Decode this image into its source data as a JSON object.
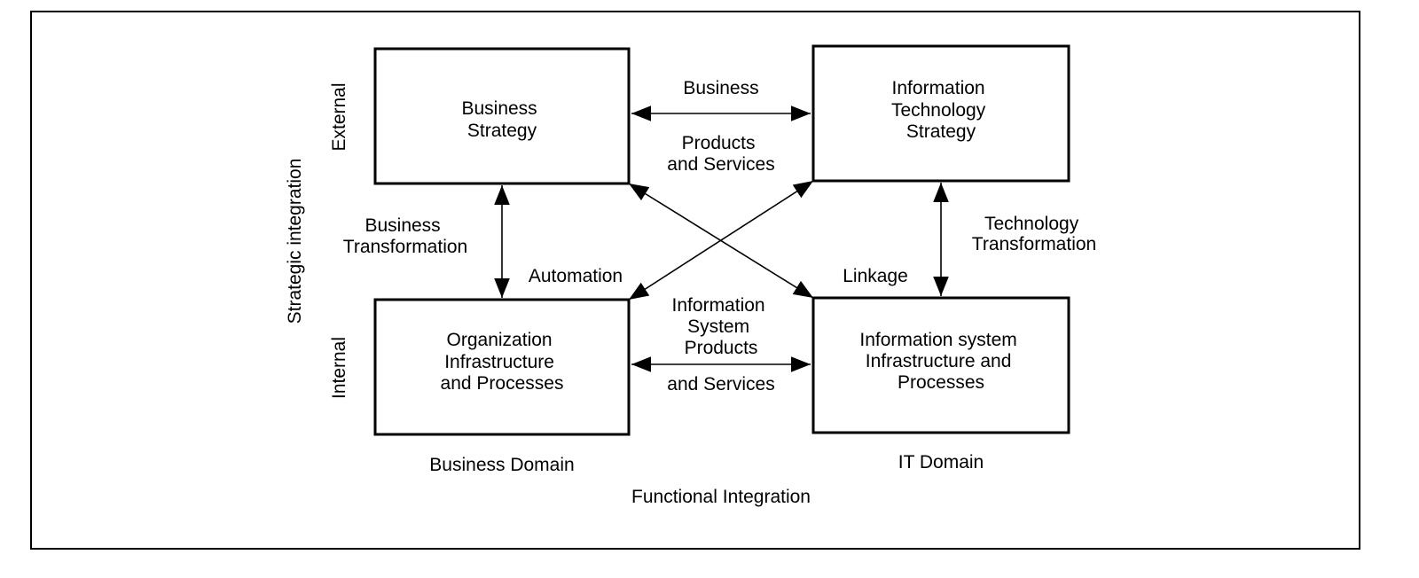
{
  "boxes": {
    "business_strategy": [
      "Business",
      "Strategy"
    ],
    "it_strategy": [
      "Information",
      "Technology",
      "Strategy"
    ],
    "org_infrastructure": [
      "Organization",
      "Infrastructure",
      "and Processes"
    ],
    "is_infrastructure": [
      "Information system",
      "Infrastructure and",
      "Processes"
    ]
  },
  "labels": {
    "business": "Business",
    "products_and_services": [
      "Products",
      "and Services"
    ],
    "business_transformation": [
      "Business",
      "Transformation"
    ],
    "technology_transformation": [
      "Technology",
      "Transformation"
    ],
    "automation": "Automation",
    "linkage": "Linkage",
    "is_products": [
      "Information",
      "System",
      "Products"
    ],
    "and_services": "and Services",
    "external": "External",
    "internal": "Internal",
    "strategic_integration": "Strategic integration",
    "business_domain": "Business Domain",
    "it_domain": "IT Domain",
    "functional_integration": "Functional Integration"
  },
  "colors": {
    "stroke": "#000000",
    "background": "#ffffff"
  }
}
